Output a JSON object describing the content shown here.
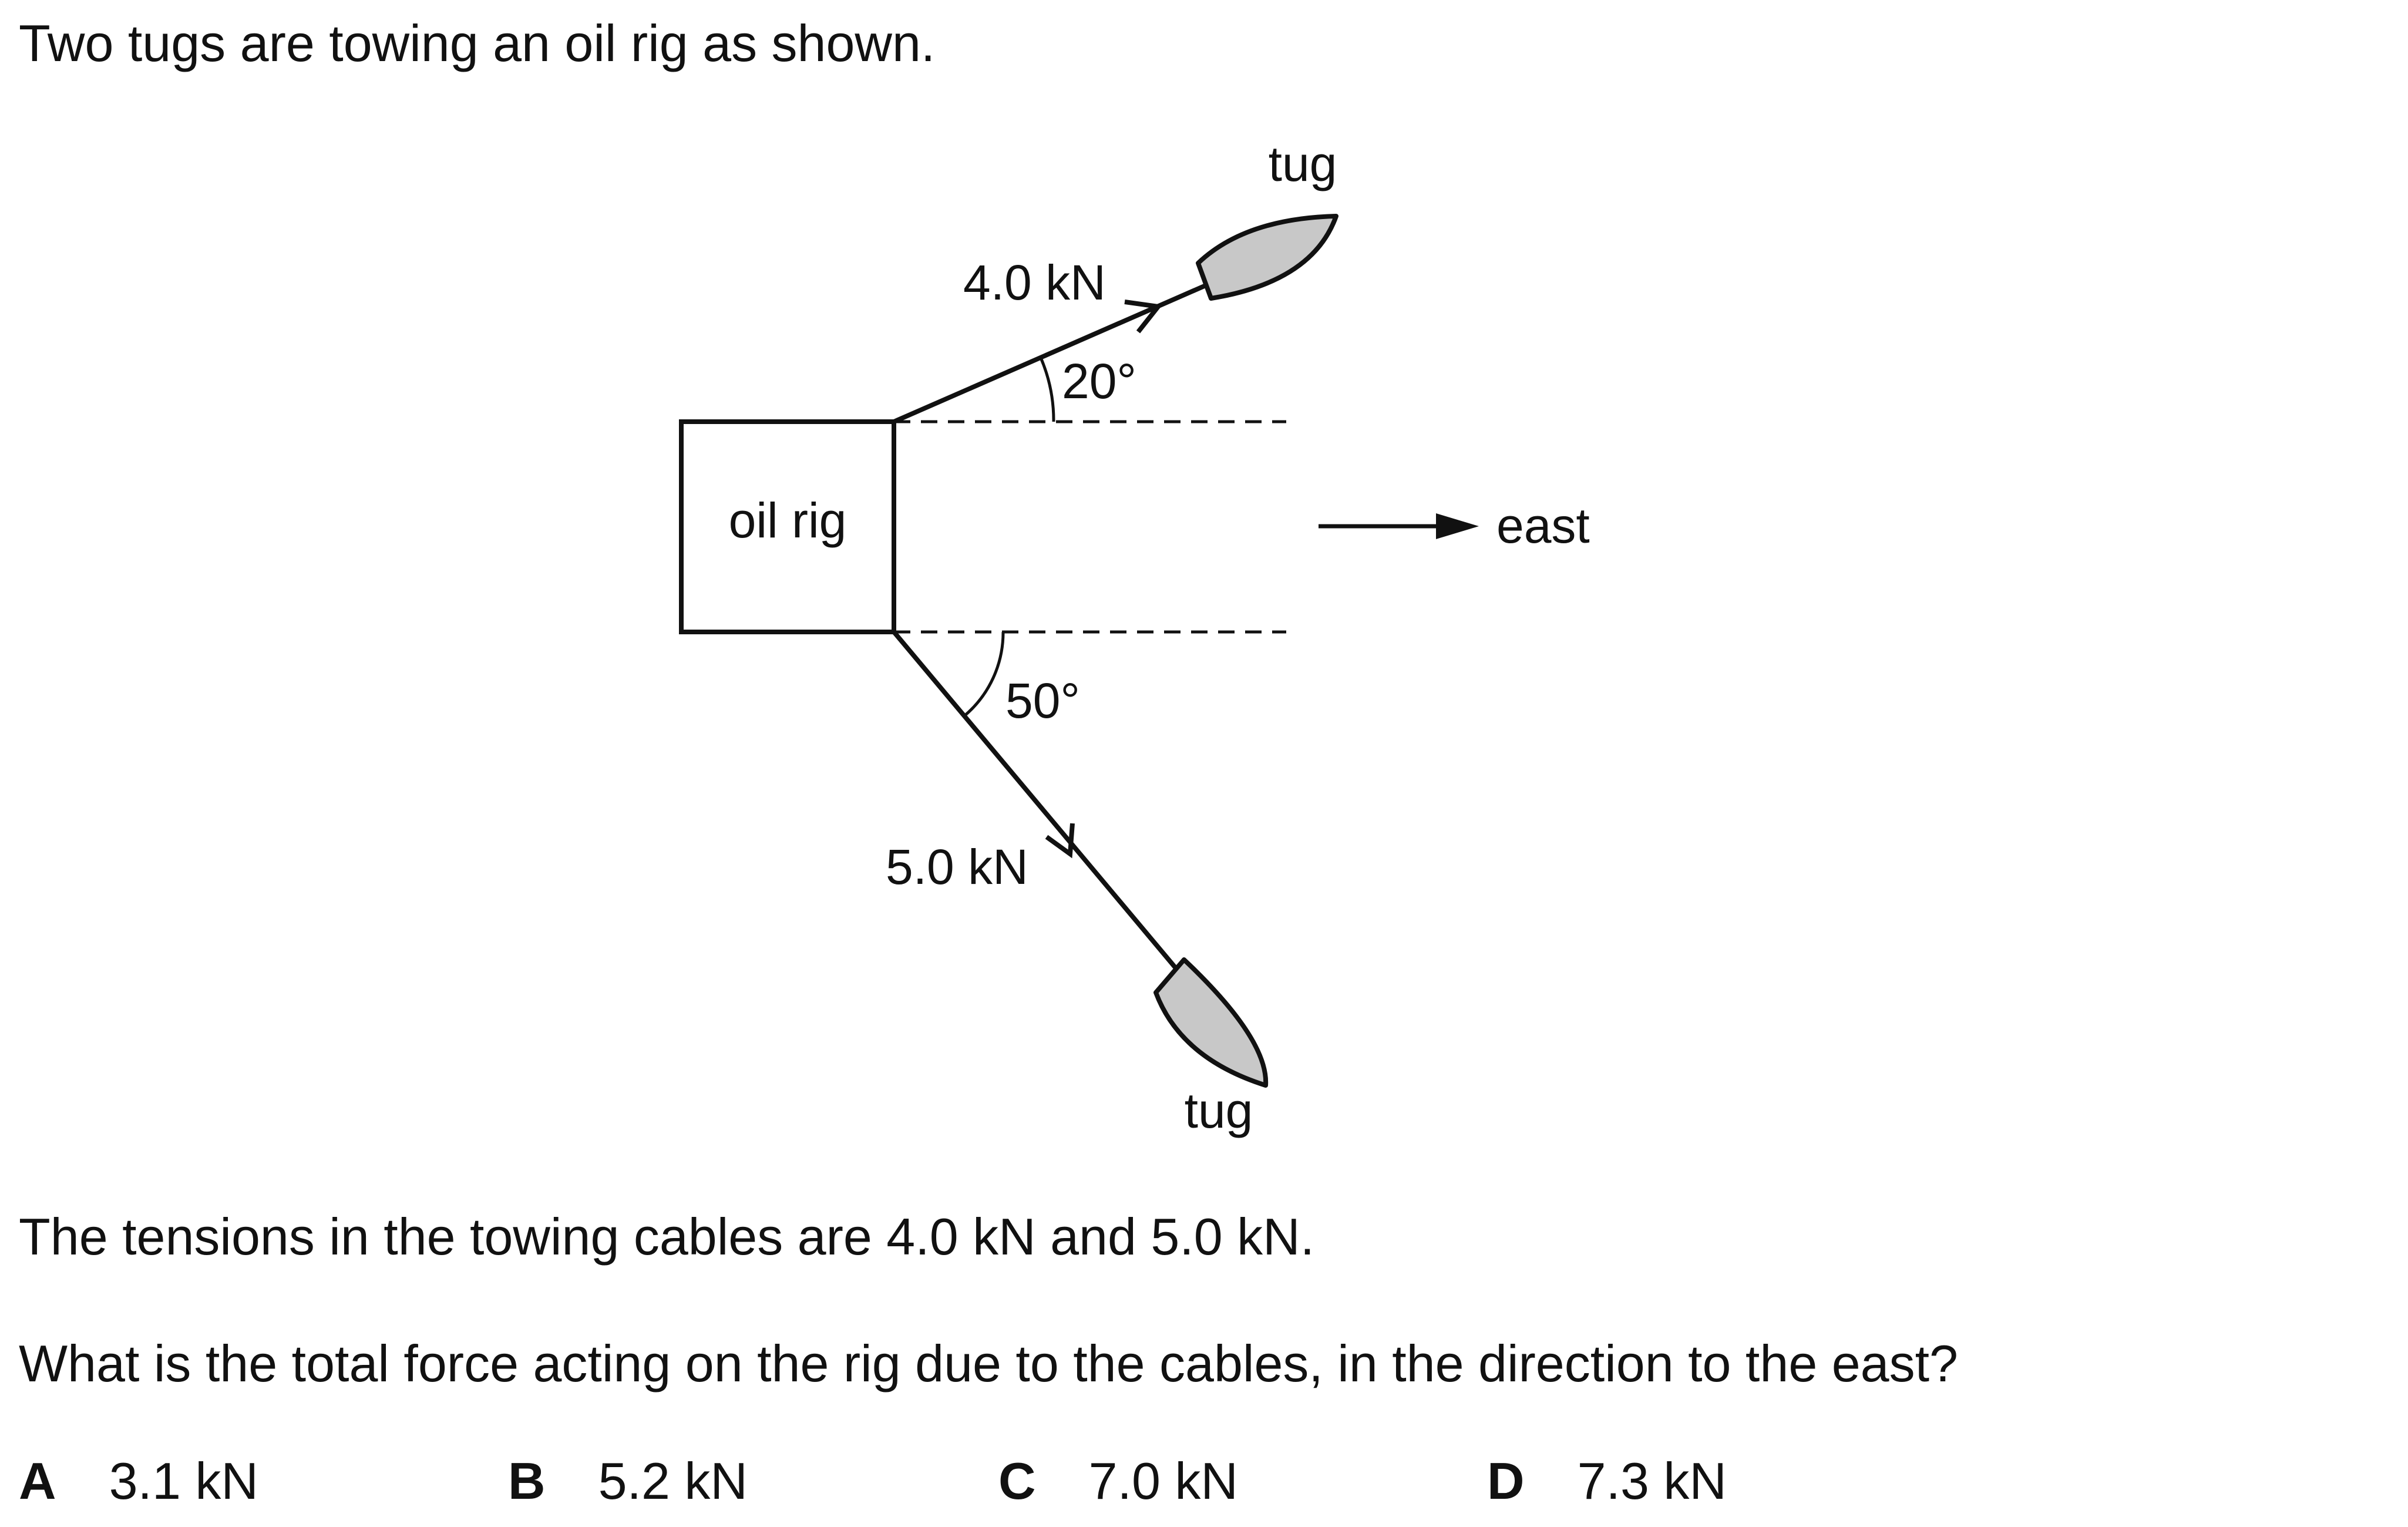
{
  "intro": "Two tugs are towing an oil rig as shown.",
  "diagram": {
    "rig_label": "oil rig",
    "tug_top_label": "tug",
    "tug_bottom_label": "tug",
    "force_top_label": "4.0 kN",
    "force_bottom_label": "5.0 kN",
    "angle_top_label": "20°",
    "angle_bottom_label": "50°",
    "direction_label": "east",
    "tug_fill": "#c8c8c8"
  },
  "tension_text": "The tensions in the towing cables are 4.0 kN and 5.0 kN.",
  "question_text": "What is the total force acting on the rig due to the cables, in the direction to the east?",
  "options": [
    {
      "letter": "A",
      "value": "3.1 kN"
    },
    {
      "letter": "B",
      "value": "5.2 kN"
    },
    {
      "letter": "C",
      "value": "7.0 kN"
    },
    {
      "letter": "D",
      "value": "7.3 kN"
    }
  ]
}
